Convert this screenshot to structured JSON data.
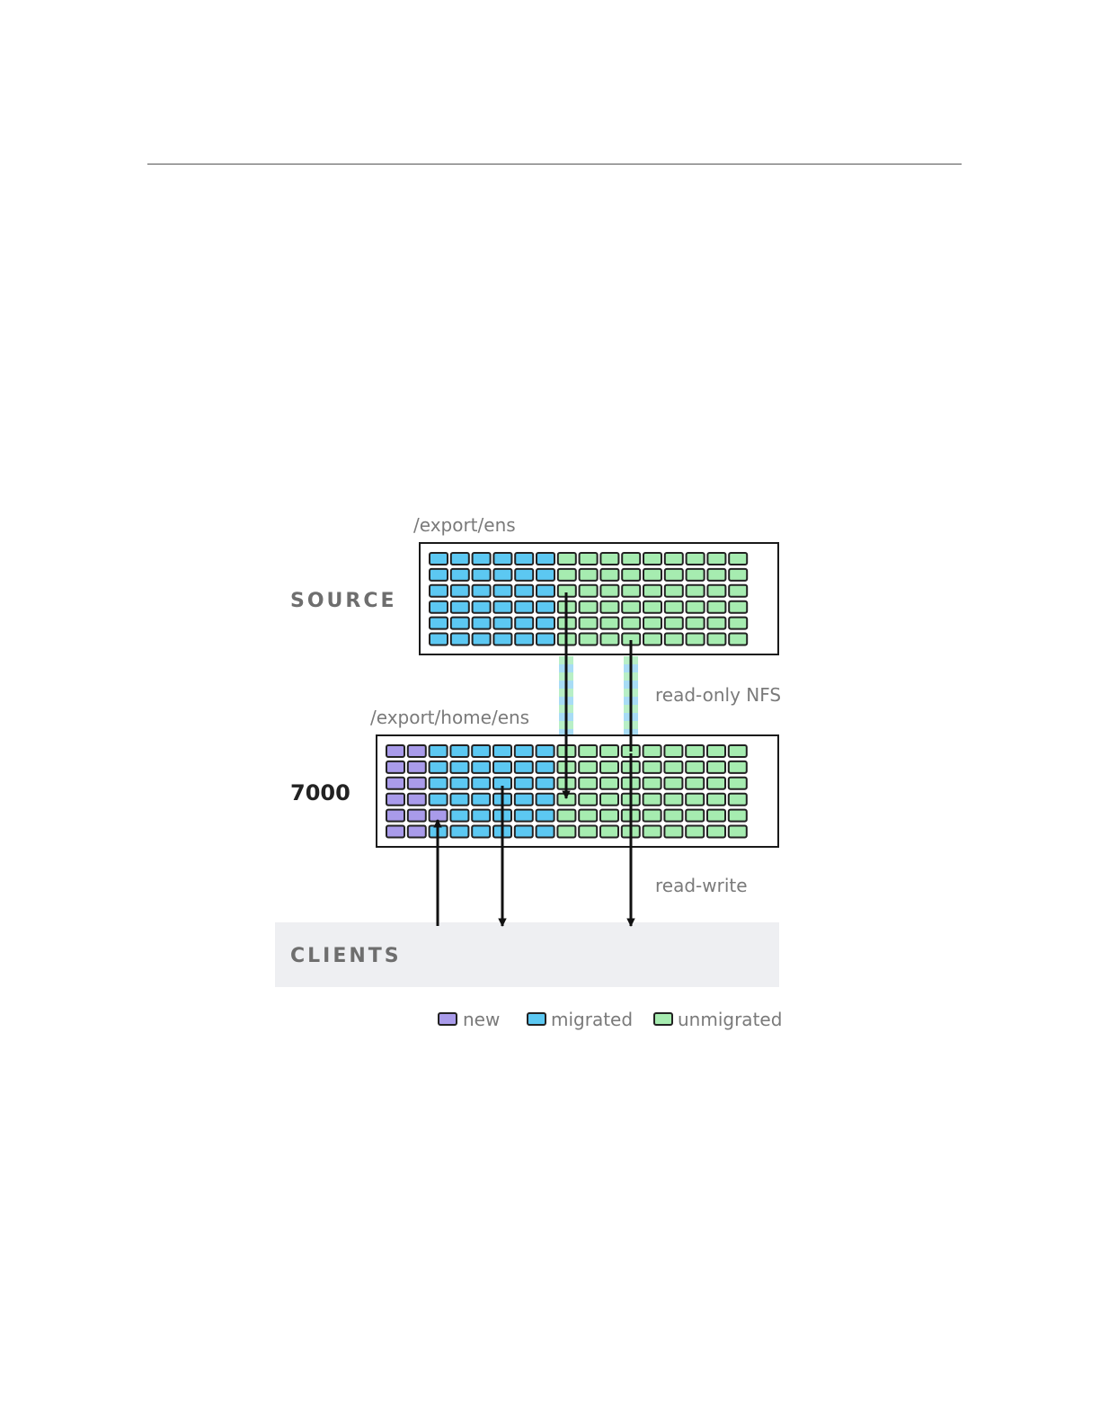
{
  "source": {
    "title": "SOURCE",
    "path": "/export/ens",
    "rows": [
      "mmmmmmuuuuuuuuu",
      "mmmmmmuuuuuuuuu",
      "mmmmmmuuuuuuuuu",
      "mmmmmmuuuuuuuuu",
      "mmmmmmuuuuuuuuu",
      "mmmmmmuuuuuuuuu"
    ]
  },
  "target": {
    "title": "7000",
    "path": "/export/home/ens",
    "rows": [
      "nnmmmmmmuuuuuuuuu",
      "nnmmmmmmuuuuuuuuu",
      "nnmmmmmmuuuuuuuuu",
      "nnmmmmmmuuuuuuuuu",
      "nnnmmmmmuuuuuuuuu",
      "nnmmmmmmuuuuuuuuu"
    ]
  },
  "labels": {
    "read_only": "read-only NFS",
    "read_write": "read-write"
  },
  "clients": {
    "title": "CLIENTS"
  },
  "legend": [
    {
      "key": "new",
      "label": "new",
      "fill": "#a99bea",
      "stroke": "#222222"
    },
    {
      "key": "migrated",
      "label": "migrated",
      "fill": "#5cc8f2",
      "stroke": "#222222"
    },
    {
      "key": "unmigrated",
      "label": "unmigrated",
      "fill": "#a6ecb0",
      "stroke": "#222222"
    }
  ],
  "colors": {
    "new": "#a99bea",
    "migrated": "#5cc8f2",
    "unmigrated": "#a6ecb0",
    "clients_band": "#eeeff2"
  }
}
